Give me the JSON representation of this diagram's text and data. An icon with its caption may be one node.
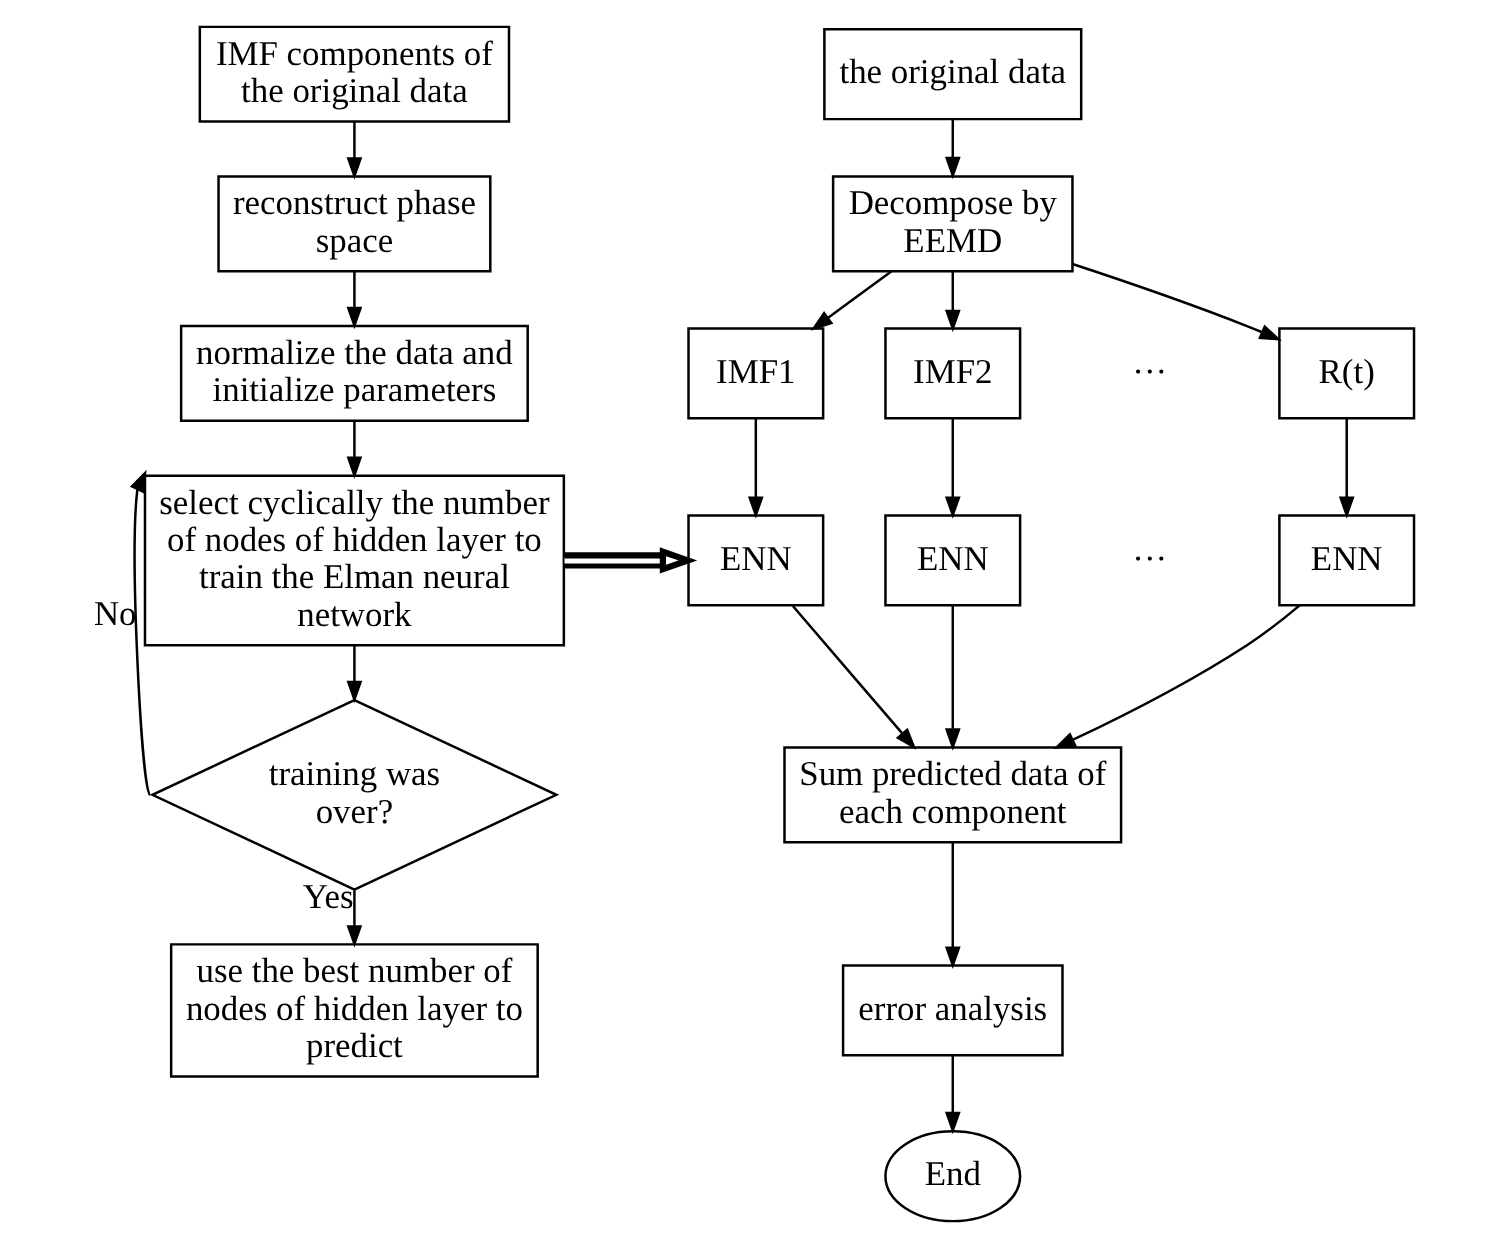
{
  "diagram": {
    "nodes": [
      {
        "text": [
          "IMF components of the original data"
        ]
      },
      {
        "text": [
          "reconstruct phase space"
        ]
      },
      {
        "text": [
          "normalize the data and initialize parameters"
        ]
      },
      {
        "text": [
          "select cyclically the number of nodes of hidden layer to train the Elman neural network"
        ]
      },
      {
        "text": [
          "training was over?"
        ]
      },
      {
        "text": [
          "use the best number of nodes of hidden layer to predict"
        ]
      },
      {
        "text": [
          "the original data"
        ]
      },
      {
        "text": [
          "Decompose by EEMD"
        ]
      },
      {
        "text": [
          "IMF1"
        ]
      },
      {
        "text": [
          "IMF2"
        ]
      },
      {
        "text": [
          "R(t)"
        ]
      },
      {
        "text": [
          "ENN"
        ]
      },
      {
        "text": [
          "ENN"
        ]
      },
      {
        "text": [
          "ENN"
        ]
      },
      {
        "text": [
          "Sum predicted data of each component"
        ]
      },
      {
        "text": [
          "error analysis"
        ]
      },
      {
        "text": [
          "End"
        ]
      }
    ],
    "edges": [
      {
        "from": 0,
        "to": 1,
        "arrow": "to"
      },
      {
        "from": 1,
        "to": 2,
        "arrow": "to"
      },
      {
        "from": 2,
        "to": 3,
        "arrow": "to"
      },
      {
        "from": 3,
        "to": 4,
        "arrow": "to"
      },
      {
        "from": 4,
        "to": 5,
        "arrow": "to",
        "label": "Yes"
      },
      {
        "from": 4,
        "to": 3,
        "arrow": "to",
        "label": "No"
      },
      {
        "from": 6,
        "to": 7,
        "arrow": "to"
      },
      {
        "from": 7,
        "to": 8,
        "arrow": "to"
      },
      {
        "from": 7,
        "to": 9,
        "arrow": "to"
      },
      {
        "from": 7,
        "to": 10,
        "arrow": "to"
      },
      {
        "from": 8,
        "to": 11,
        "arrow": "to"
      },
      {
        "from": 9,
        "to": 12,
        "arrow": "to"
      },
      {
        "from": 10,
        "to": 13,
        "arrow": "to"
      },
      {
        "from": 11,
        "to": 14,
        "arrow": "to"
      },
      {
        "from": 12,
        "to": 14,
        "arrow": "to"
      },
      {
        "from": 13,
        "to": 14,
        "arrow": "to"
      },
      {
        "from": 14,
        "to": 15,
        "arrow": "to"
      },
      {
        "from": 15,
        "to": 16,
        "arrow": "to"
      },
      {
        "from": 3,
        "to": 11,
        "arrow": "to",
        "style": "thick"
      }
    ],
    "labels": [
      "···",
      "···"
    ]
  }
}
